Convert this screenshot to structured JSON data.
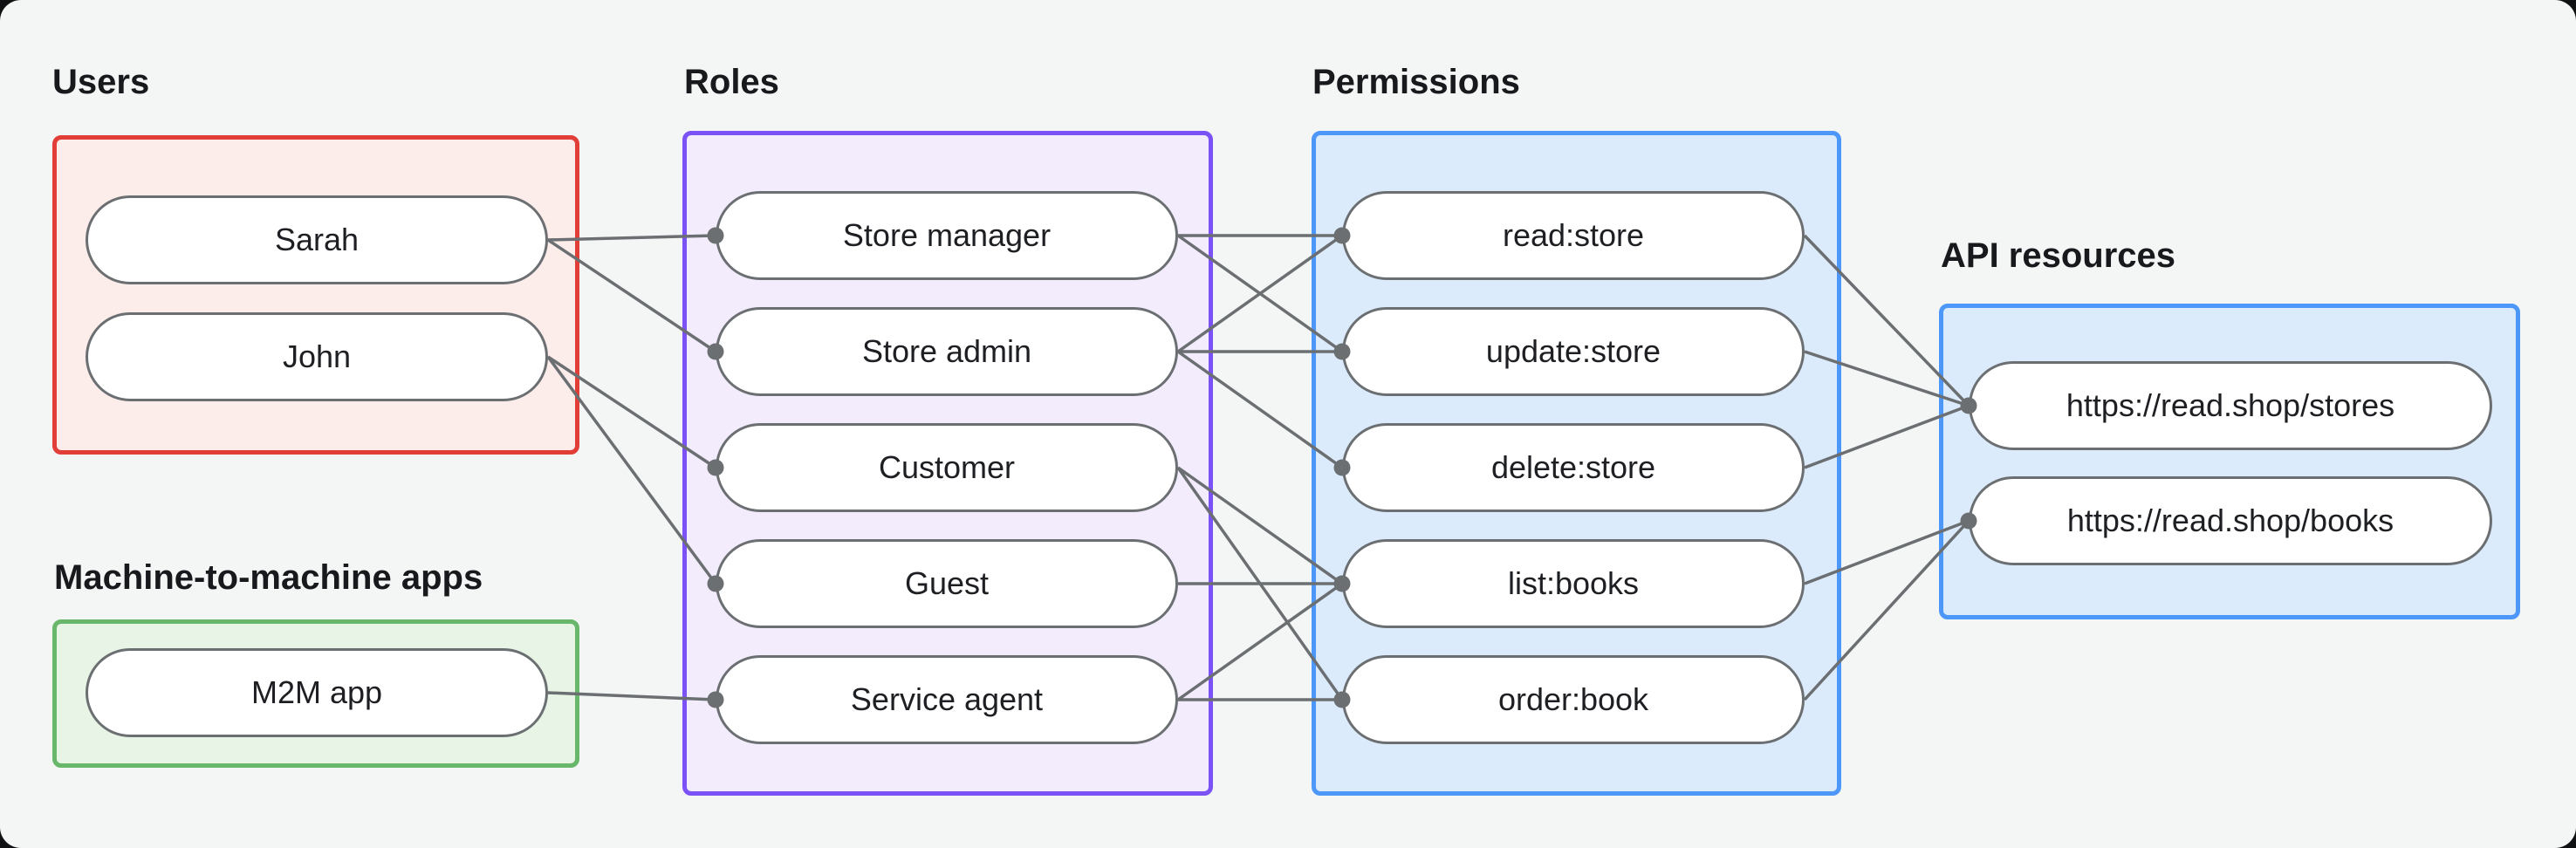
{
  "page": {
    "background": "#f4f6f6"
  },
  "sections": {
    "users": {
      "label": "Users",
      "border_color": "#e23e38",
      "fill_color": "#fcecea"
    },
    "m2m": {
      "label": "Machine-to-machine apps",
      "border_color": "#68b76b",
      "fill_color": "#e7f4e6"
    },
    "roles": {
      "label": "Roles",
      "border_color": "#7a52f5",
      "fill_color": "#f2ecfd"
    },
    "permissions": {
      "label": "Permissions",
      "border_color": "#4d97f8",
      "fill_color": "#dcebfc"
    },
    "api": {
      "label": "API resources",
      "border_color": "#4d97f8",
      "fill_color": "#dcebfc"
    }
  },
  "nodes": {
    "sarah": {
      "label": "Sarah"
    },
    "john": {
      "label": "John"
    },
    "m2m_app": {
      "label": "M2M app"
    },
    "store_manager": {
      "label": "Store manager"
    },
    "store_admin": {
      "label": "Store admin"
    },
    "customer": {
      "label": "Customer"
    },
    "guest": {
      "label": "Guest"
    },
    "service_agent": {
      "label": "Service agent"
    },
    "read_store": {
      "label": "read:store"
    },
    "update_store": {
      "label": "update:store"
    },
    "delete_store": {
      "label": "delete:store"
    },
    "list_books": {
      "label": "list:books"
    },
    "order_book": {
      "label": "order:book"
    },
    "api_stores": {
      "label": "https://read.shop/stores"
    },
    "api_books": {
      "label": "https://read.shop/books"
    }
  },
  "edges": [
    {
      "from": "sarah",
      "to": "store_manager"
    },
    {
      "from": "sarah",
      "to": "store_admin"
    },
    {
      "from": "john",
      "to": "customer"
    },
    {
      "from": "john",
      "to": "guest"
    },
    {
      "from": "m2m_app",
      "to": "service_agent"
    },
    {
      "from": "store_manager",
      "to": "read_store"
    },
    {
      "from": "store_manager",
      "to": "update_store"
    },
    {
      "from": "store_admin",
      "to": "read_store"
    },
    {
      "from": "store_admin",
      "to": "update_store"
    },
    {
      "from": "store_admin",
      "to": "delete_store"
    },
    {
      "from": "customer",
      "to": "list_books"
    },
    {
      "from": "customer",
      "to": "order_book"
    },
    {
      "from": "guest",
      "to": "list_books"
    },
    {
      "from": "service_agent",
      "to": "list_books"
    },
    {
      "from": "service_agent",
      "to": "order_book"
    },
    {
      "from": "read_store",
      "to": "api_stores"
    },
    {
      "from": "update_store",
      "to": "api_stores"
    },
    {
      "from": "delete_store",
      "to": "api_stores"
    },
    {
      "from": "list_books",
      "to": "api_books"
    },
    {
      "from": "order_book",
      "to": "api_books"
    }
  ],
  "style": {
    "connector_color": "#6b6f72",
    "node_border_color": "#6b6f72",
    "text_color": "#1d1f22",
    "connector_width": 3.5,
    "connector_dot_radius": 9.5
  }
}
